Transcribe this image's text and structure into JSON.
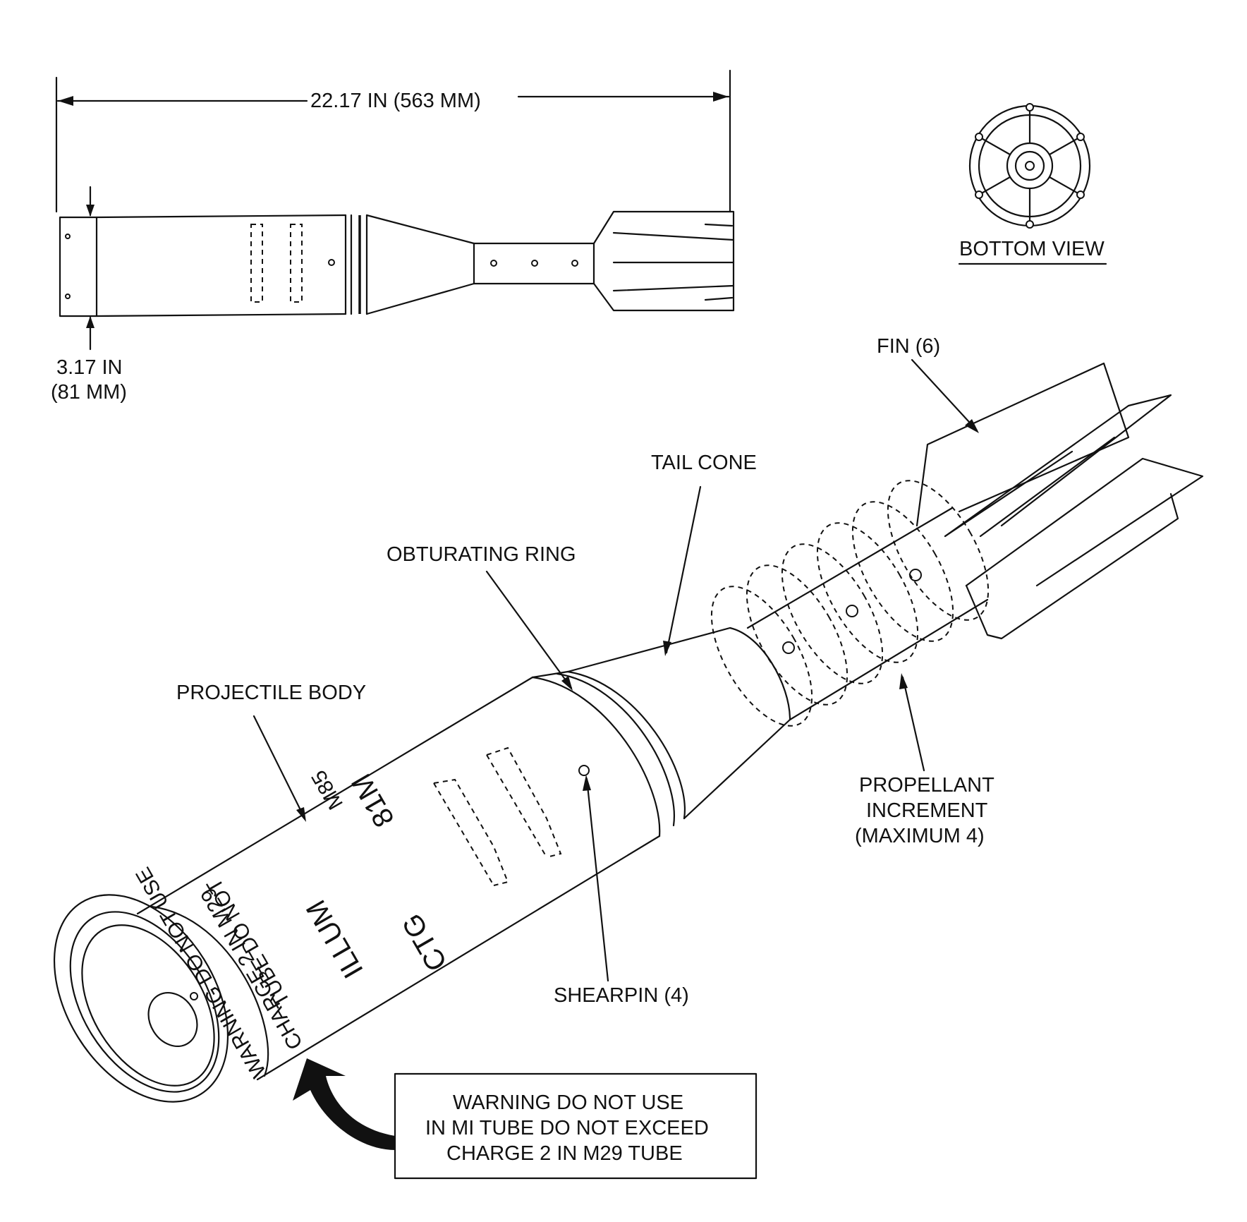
{
  "figure": {
    "overall_length": "22.17 IN (563 MM)",
    "diameter_line1": "3.17 IN",
    "diameter_line2": "(81 MM)",
    "bottom_view": "BOTTOM VIEW"
  },
  "labels": {
    "fin": "FIN (6)",
    "tail_cone": "TAIL CONE",
    "obturating_ring": "OBTURATING RING",
    "projectile_body": "PROJECTILE BODY",
    "propellant_1": "PROPELLANT",
    "propellant_2": "INCREMENT",
    "propellant_3": "(MAXIMUM 4)",
    "shearpin": "SHEARPIN (4)"
  },
  "body_markings": {
    "model": "M85",
    "caliber": "81M",
    "type": "ILLUM",
    "cartridge": "CTG",
    "stencil_1": "WARNING DO NOT USE",
    "stencil_2": "TUBE DO NOT",
    "stencil_3": "CHARGE 2 IN M29"
  },
  "warning_box": {
    "line1": "WARNING DO NOT USE",
    "line2": "IN MI TUBE DO NOT EXCEED",
    "line3": "CHARGE 2 IN M29 TUBE"
  }
}
